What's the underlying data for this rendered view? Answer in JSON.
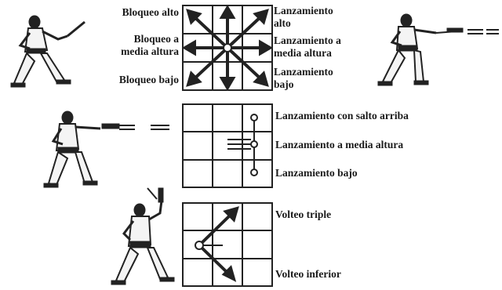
{
  "diagram_1": {
    "left_labels": [
      "Bloqueo alto",
      "Bloqueo a media altura",
      "Bloqueo bajo"
    ],
    "right_labels": [
      "Lanzamiento alto",
      "Lanzamiento a media altura",
      "Lanzamiento bajo"
    ],
    "left_labels_lines": [
      [
        "Bloqueo alto"
      ],
      [
        "Bloqueo a",
        "media altura"
      ],
      [
        "Bloqueo bajo"
      ]
    ],
    "right_labels_lines": [
      [
        "Lanzamiento",
        "alto"
      ],
      [
        "Lanzamiento a",
        "media altura"
      ],
      [
        "Lanzamiento",
        "bajo"
      ]
    ]
  },
  "diagram_2": {
    "labels": [
      "Lanzamiento con salto arriba",
      "Lanzamiento a media altura",
      "Lanzamiento bajo"
    ]
  },
  "diagram_3": {
    "labels": [
      "Volteo triple",
      "Volteo inferior"
    ]
  },
  "icons": [
    "karate-fighter-block-icon",
    "karate-fighter-throw-icon",
    "nunchaku-icon"
  ],
  "colors": {
    "ink": "#1a1a1a",
    "paper": "#ffffff"
  }
}
